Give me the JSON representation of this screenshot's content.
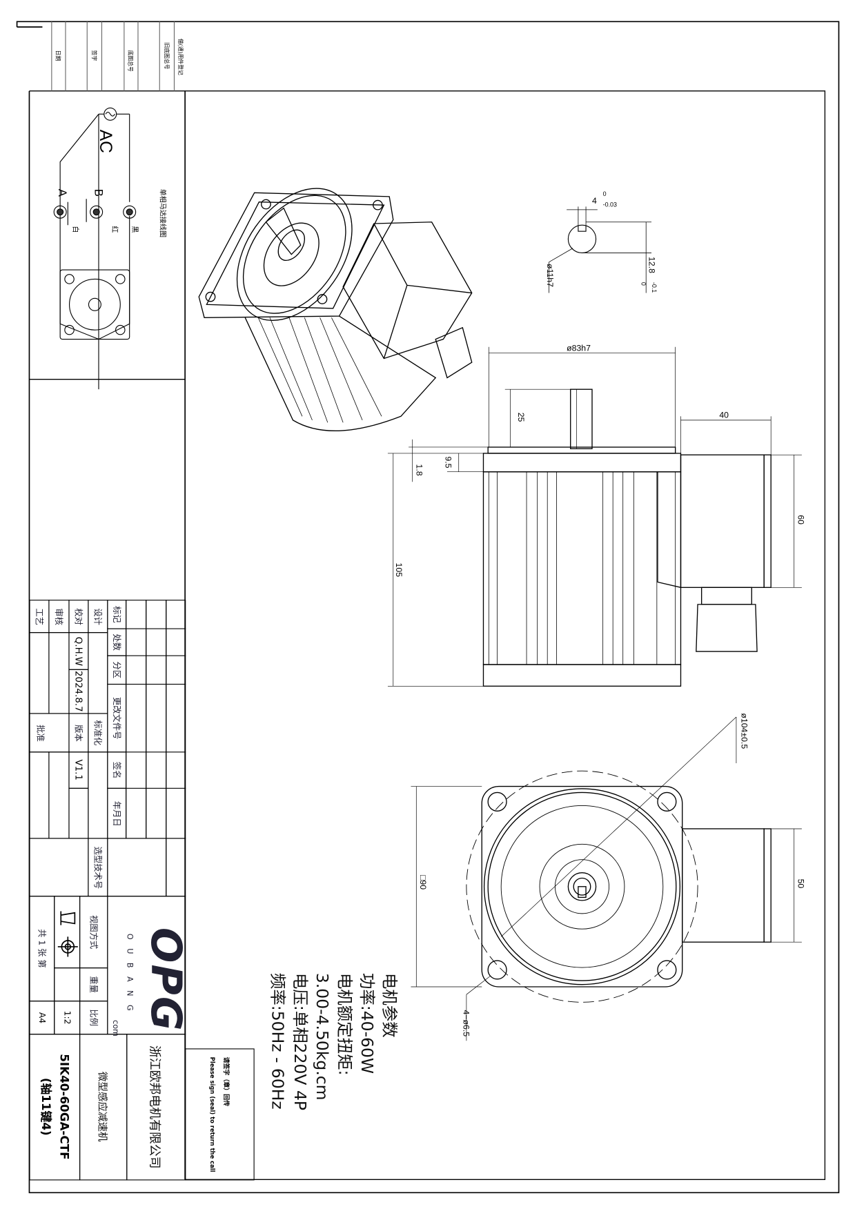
{
  "top_strip": [
    "日期",
    "签字",
    "底图总号",
    "旧底图总号",
    "借(通)用件登记"
  ],
  "wiring": {
    "title": "单相马达接线图",
    "ac": "AC",
    "a": "A",
    "b": "B",
    "white": "白",
    "red": "红",
    "black": "黑"
  },
  "dimensions": {
    "key_width": "4",
    "key_width_tol_upper": "0",
    "key_width_tol_lower": "-0.03",
    "key_depth": "12.8",
    "key_depth_tol_upper": "0",
    "key_depth_tol_lower": "-0.1",
    "shaft_dia": "ø11h7",
    "pilot_dia": "ø83h7",
    "shaft_len": "25",
    "box_width": "40",
    "box_height": "60",
    "flange_thk": "9.5",
    "pilot_len": "1.8",
    "body_len": "105",
    "bolt_circle": "ø104±0.5",
    "square": "□90",
    "box_depth": "50",
    "holes": "4−ø6.5"
  },
  "params": [
    "电机参数",
    "功率:40-60W",
    "电机额定扭矩:",
    "3.00-4.50kg.cm",
    "电压:单相220V 4P",
    "频率:50Hz - 60Hz"
  ],
  "title_block": {
    "mark": "标记",
    "count": "处数",
    "zone": "分区",
    "change_doc": "更改文件号",
    "signature": "签名",
    "date": "年月日",
    "design": "设计",
    "check": "校对",
    "review": "审核",
    "process": "工艺",
    "checker": "Q.H.W",
    "check_date": "2024.8.7",
    "standardize": "标准化",
    "version_label": "版本",
    "version": "V1.1",
    "approve": "批准",
    "selection_no": "选型技术号",
    "view_method": "视图方式",
    "weight": "重量",
    "scale_label": "比例",
    "scale": "1:2",
    "sheets": "共 1 张 第",
    "paper": "A4",
    "logo": "OPG",
    "logo_sub": "O U B A N G",
    "logo_com": "com",
    "company": "浙江欧邦电机有限公司",
    "product": "微型感应减速机",
    "model": "5IK40-60GA-CTF",
    "model_note": "(轴11键4)",
    "return_cn": "请签字（章）回传",
    "return_en": "Please sign (seal) to return the call"
  }
}
